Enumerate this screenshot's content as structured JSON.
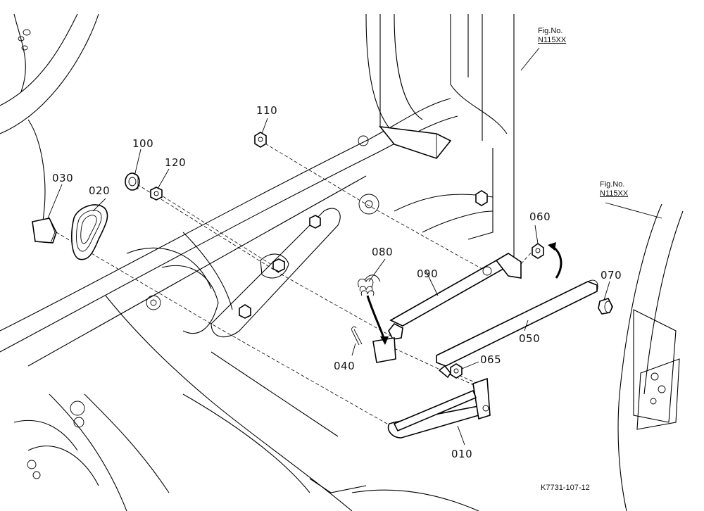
{
  "figure_refs": [
    {
      "prefix": "Fig.No.",
      "code": "N115XX"
    },
    {
      "prefix": "Fig.No.",
      "code": "N115XX"
    }
  ],
  "parts": [
    {
      "id": "010",
      "label": "010"
    },
    {
      "id": "020",
      "label": "020"
    },
    {
      "id": "030",
      "label": "030"
    },
    {
      "id": "040",
      "label": "040"
    },
    {
      "id": "050",
      "label": "050"
    },
    {
      "id": "060",
      "label": "060"
    },
    {
      "id": "065",
      "label": "065"
    },
    {
      "id": "070",
      "label": "070"
    },
    {
      "id": "080",
      "label": "080"
    },
    {
      "id": "090",
      "label": "090"
    },
    {
      "id": "100",
      "label": "100"
    },
    {
      "id": "110",
      "label": "110"
    },
    {
      "id": "120",
      "label": "120"
    }
  ],
  "drawing_code": "K7731-107-12"
}
